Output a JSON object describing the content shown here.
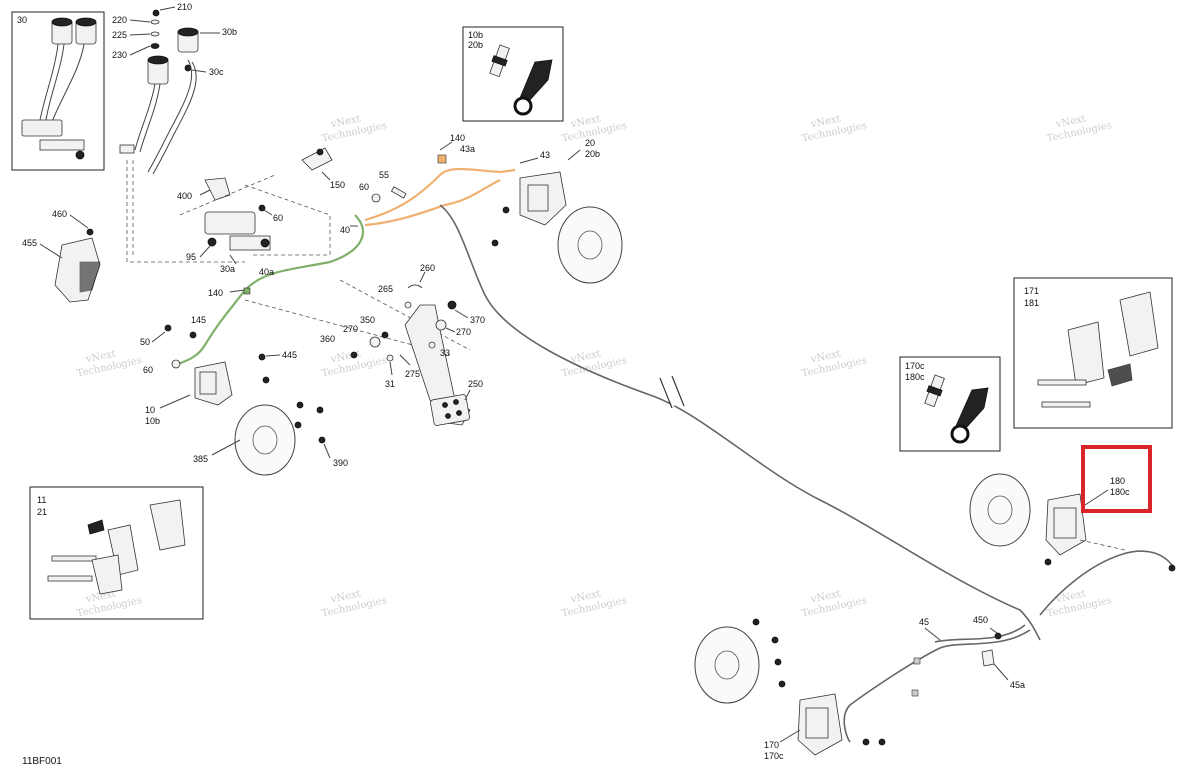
{
  "labels": {
    "l30": "30",
    "l210": "210",
    "l220": "220",
    "l225": "225",
    "l230": "230",
    "l30b": "30b",
    "l30c": "30c",
    "l10b": "10b",
    "l20b": "20b",
    "l140a": "140",
    "l43a": "43a",
    "l43": "43",
    "l20": "20",
    "l20b2": "20b",
    "l150": "150",
    "l60a": "60",
    "l55": "55",
    "l400": "400",
    "l60b": "60",
    "l460": "460",
    "l455": "455",
    "l95": "95",
    "l30a": "30a",
    "l40": "40",
    "l40a": "40a",
    "l140b": "140",
    "l260": "260",
    "l265": "265",
    "l350": "350",
    "l370": "370",
    "l270a": "270",
    "l270b": "270",
    "l360": "360",
    "l33": "33",
    "l31": "31",
    "l275": "275",
    "l250": "250",
    "l50": "50",
    "l145": "145",
    "l60c": "60",
    "l445": "445",
    "l10": "10",
    "l10b2": "10b",
    "l385": "385",
    "l390": "390",
    "l11": "11",
    "l21": "21",
    "l171": "171",
    "l181": "181",
    "l170c": "170c",
    "l180c": "180c",
    "l180": "180",
    "l180c2": "180c",
    "l450": "450",
    "l45": "45",
    "l45a": "45a",
    "l170": "170",
    "l170c2": "170c"
  },
  "watermark": {
    "line1": "vNext",
    "line2": "Technologies"
  },
  "diagram_code": "11BF001",
  "colors": {
    "highlight": "#d9252a",
    "front_hose": "#7fb069",
    "rear_hose": "#f0b070"
  }
}
